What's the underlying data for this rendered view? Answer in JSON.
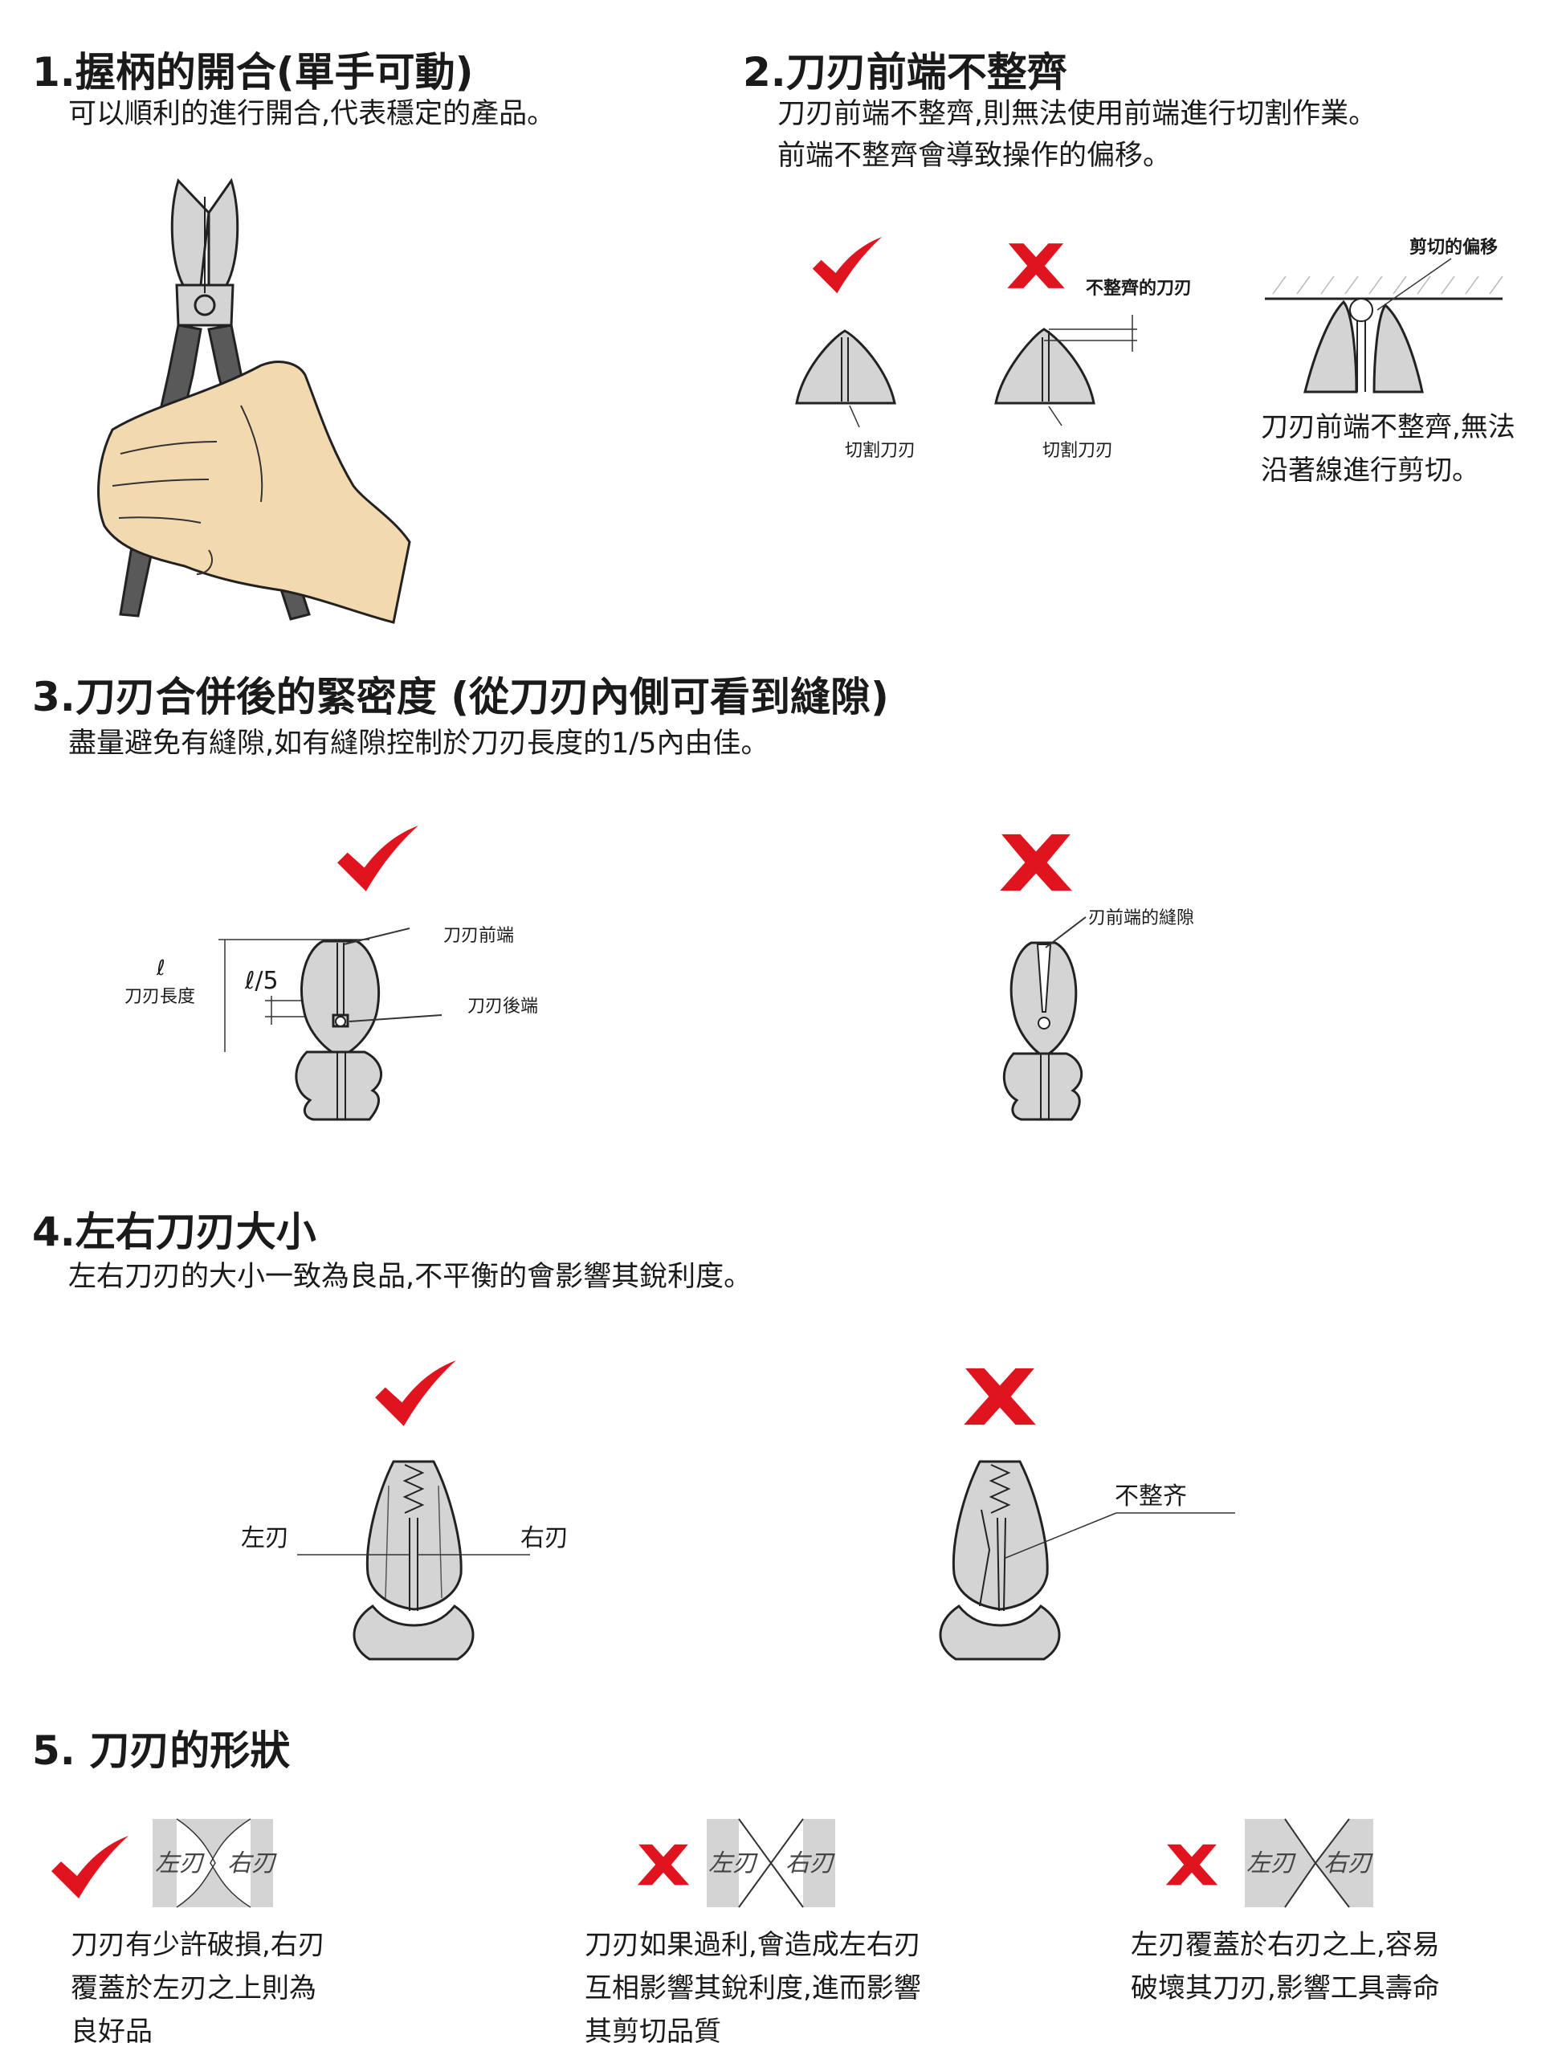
{
  "s1": {
    "title": "1.握柄的開合(單手可動)",
    "desc": "可以順利的進行開合,代表穩定的產品。"
  },
  "s2": {
    "title": "2.刀刃前端不整齊",
    "desc1": "刀刃前端不整齊,則無法使用前端進行切割作業。",
    "desc2": "前端不整齊會導致操作的偏移。",
    "label_uneven": "不整齊的刀刃",
    "label_cut_1": "切割刀刃",
    "label_cut_2": "切割刀刃",
    "label_shift": "剪切的偏移",
    "note_1": "刀刃前端不整齊,無法",
    "note_2": "沿著線進行剪切。"
  },
  "s3": {
    "title": "3.刀刃合併後的緊密度 (從刀刃內側可看到縫隙)",
    "desc": "盡量避免有縫隙,如有縫隙控制於刀刃長度的1/5內由佳。",
    "label_l": "ℓ",
    "label_length": "刀刃長度",
    "label_fifth": "ℓ/5",
    "label_front": "刀刃前端",
    "label_back": "刀刃後端",
    "label_gap": "刃前端的縫隙"
  },
  "s4": {
    "title": "4.左右刀刃大小",
    "desc": "左右刀刃的大小一致為良品,不平衡的會影響其銳利度。",
    "label_left": "左刃",
    "label_right": "右刃",
    "label_uneven": "不整齐"
  },
  "s5": {
    "title": "5. 刀刃的形狀",
    "blade_left": "左刃",
    "blade_right": "右刃",
    "cap1": [
      "刀刃有少許破損,右刃",
      "覆蓋於左刃之上則為",
      "良好品"
    ],
    "cap2": [
      "刀刃如果過利,會造成左右刃",
      "互相影響其銳利度,進而影響",
      "其剪切品質"
    ],
    "cap3": [
      "左刃覆蓋於右刃之上,容易",
      "破壞其刀刃,影響工具壽命"
    ]
  },
  "colors": {
    "mark_red": "#e0141e",
    "blade_gray": "#d4d4d4",
    "skin": "#f3d9b0",
    "handle": "#595959"
  }
}
